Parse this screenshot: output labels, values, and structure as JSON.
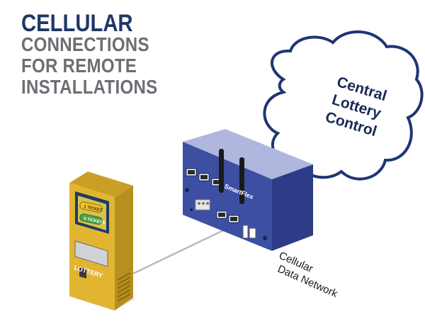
{
  "headline": {
    "line1": "CELLULAR",
    "line2": "CONNECTIONS",
    "line3": "FOR REMOTE",
    "line4": "INSTALLATIONS"
  },
  "cloud": {
    "line1": "Central",
    "line2": "Lottery Control"
  },
  "network": {
    "line1": "Cellular",
    "line2": "Data Network"
  },
  "router": {
    "brand": "SmartFlex"
  },
  "kiosk": {
    "button1": "1 TICKET",
    "button2": "5 TICKETS",
    "side_label": "LOTTERY"
  },
  "colors": {
    "title_dark": "#1e3766",
    "title_gray": "#6b6f74",
    "router_blue": "#3d4fa3",
    "kiosk_yellow": "#e2b531",
    "cloud_outline": "#1f3574"
  }
}
